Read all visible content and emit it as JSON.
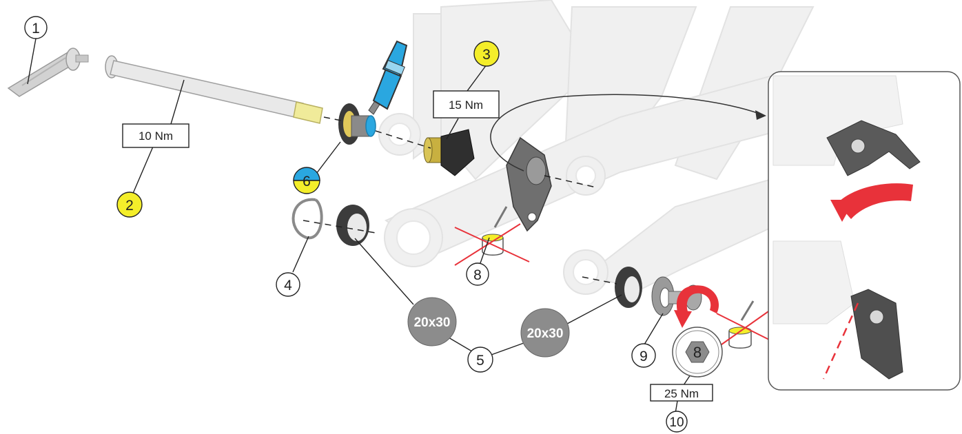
{
  "diagram": {
    "torque_labels": {
      "axle": "10 Nm",
      "cap": "15 Nm",
      "bolt": "25 Nm"
    },
    "callouts": {
      "c1": "1",
      "c2": "2",
      "c3": "3",
      "c4": "4",
      "c5": "5",
      "c6": "6",
      "c8": "8",
      "c9": "9",
      "c10": "10"
    },
    "bearing_size_labels": [
      "20x30",
      "20x30"
    ],
    "hex_tool_size": "8",
    "colors": {
      "highlight_yellow": "#f4ee2a",
      "threadlock_blue": "#2aa7e0",
      "arrow_red": "#e8323a",
      "grey_disc": "#8c8c8c",
      "frame_ghost": "#ededed"
    },
    "icons": [
      "threadlocker-bottle-icon",
      "grease-pot-crossed-icon",
      "rotation-arrow-icon",
      "hex-key-icon"
    ]
  }
}
